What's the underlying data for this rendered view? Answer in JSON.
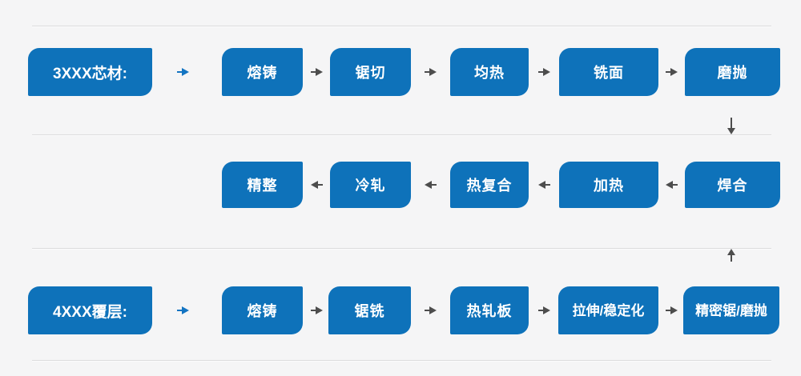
{
  "diagram": {
    "type": "process-flow",
    "rows": [
      {
        "label": "3XXX芯材:",
        "direction": "left-to-right",
        "steps": [
          "熔铸",
          "锯切",
          "均热",
          "铣面",
          "磨抛"
        ]
      },
      {
        "label": "",
        "direction": "right-to-left",
        "steps": [
          "精整",
          "冷轧",
          "热复合",
          "加热",
          "焊合"
        ]
      },
      {
        "label": "4XXX覆层:",
        "direction": "left-to-right",
        "steps": [
          "熔铸",
          "锯铣",
          "热轧板",
          "拉伸/稳定化",
          "精密锯/磨抛"
        ]
      }
    ],
    "connectors": {
      "row1_to_row2": "down-arrow",
      "row3_to_row2": "up-arrow"
    },
    "icons": {
      "arrow_right": "right-arrow-icon",
      "arrow_left": "left-arrow-icon",
      "arrow_down": "down-arrow-icon",
      "arrow_up": "up-arrow-icon"
    },
    "colors": {
      "background": "#f5f5f6",
      "box_blue": "#0e72ba",
      "box_text": "#ffffff",
      "arrow_gray": "#4d4d4d",
      "arrow_blue": "#1374c2",
      "divider": "#dcdcdd"
    }
  }
}
